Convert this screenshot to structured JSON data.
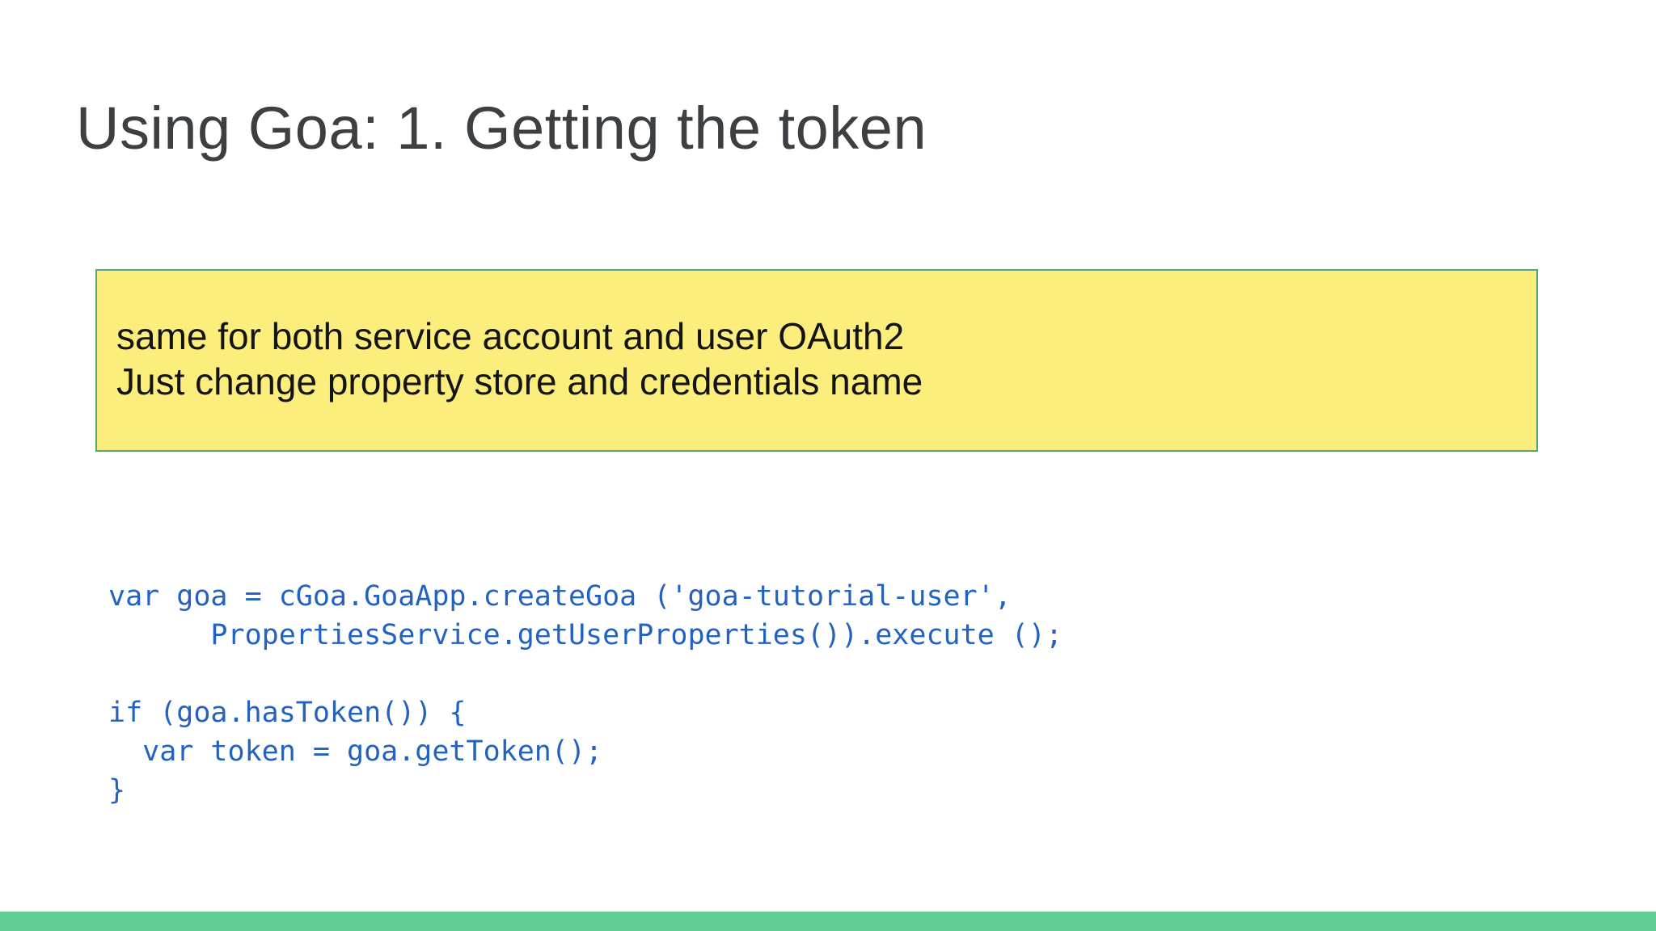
{
  "slide": {
    "title": "Using Goa: 1. Getting the token"
  },
  "callout": {
    "line1": "same for both service account and user OAuth2",
    "line2": "Just change property store and credentials name"
  },
  "code": {
    "language": "javascript",
    "text": "var goa = cGoa.GoaApp.createGoa ('goa-tutorial-user',\n      PropertiesService.getUserProperties()).execute ();\n\nif (goa.hasToken()) {\n  var token = goa.getToken();\n}"
  },
  "colors": {
    "background": "#ffffff",
    "title_text": "#3d4043",
    "callout_background": "#fcee7d",
    "callout_border": "#57a878",
    "callout_text": "#141414",
    "code_text": "#2362c1",
    "accent_bar": "#62cf97"
  }
}
